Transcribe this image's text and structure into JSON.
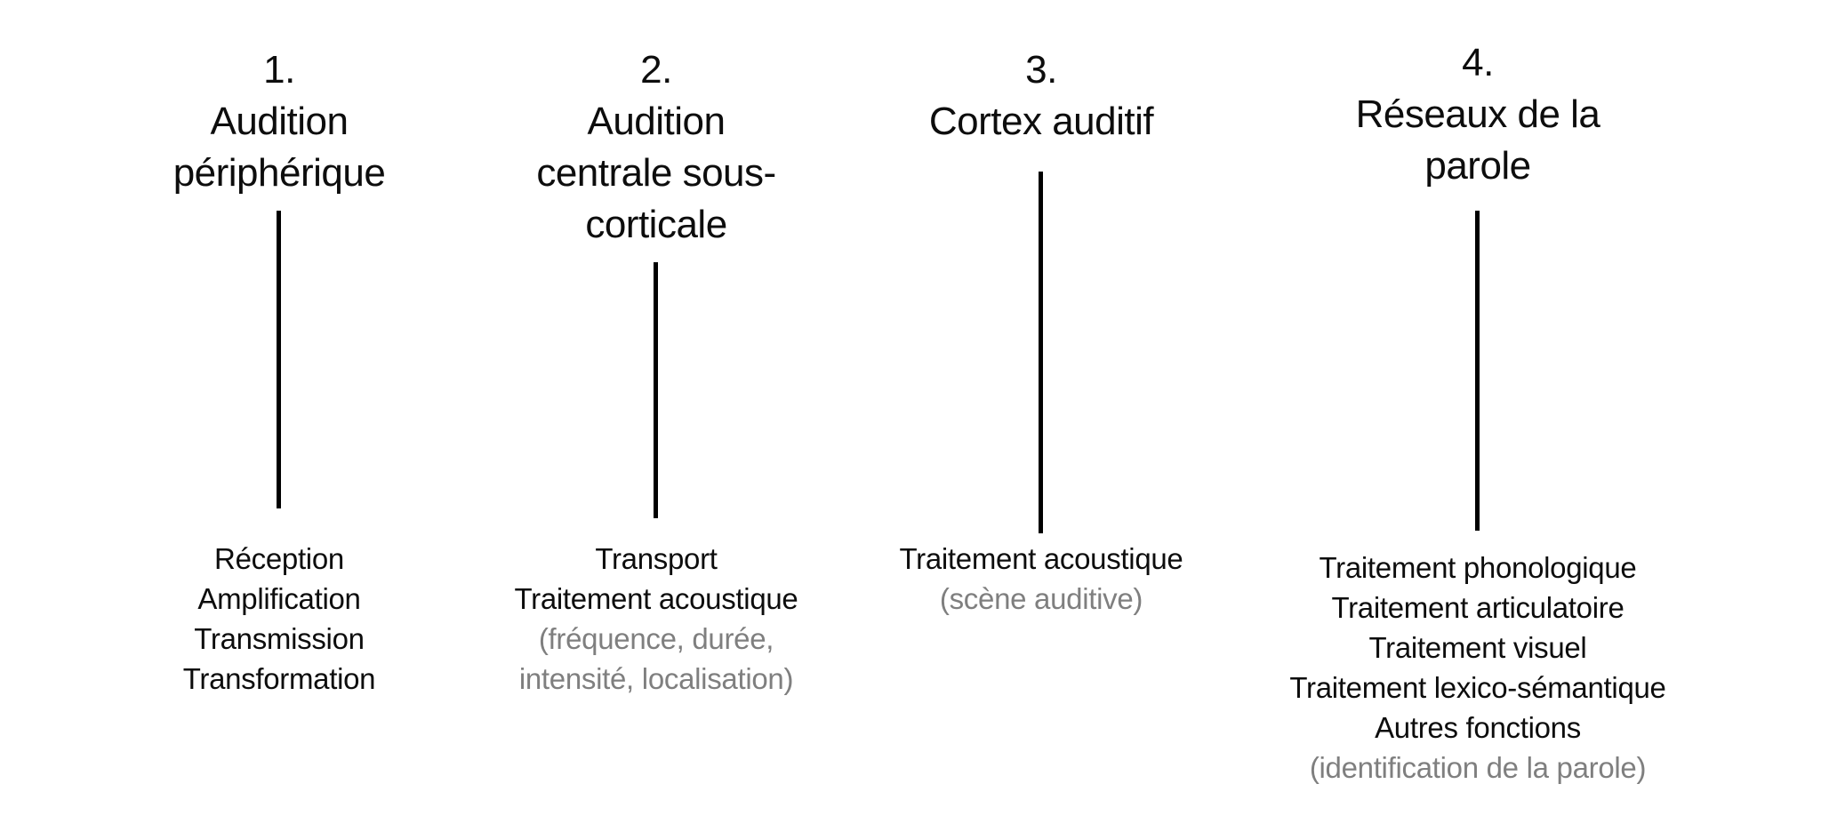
{
  "colors": {
    "text": "#0d0d0d",
    "muted": "#7f7f7f",
    "line": "#000000",
    "background": "#ffffff"
  },
  "columns": [
    {
      "title": "1. Audition périphérique",
      "title_lines": [
        "1.",
        "Audition",
        "périphérique"
      ],
      "items": [
        {
          "text": "Réception",
          "muted": false
        },
        {
          "text": "Amplification",
          "muted": false
        },
        {
          "text": "Transmission",
          "muted": false
        },
        {
          "text": "Transformation",
          "muted": false
        }
      ]
    },
    {
      "title": "2. Audition centrale sous-corticale",
      "title_lines": [
        "2.",
        "Audition",
        "centrale sous-",
        "corticale"
      ],
      "items": [
        {
          "text": "Transport",
          "muted": false
        },
        {
          "text": "Traitement acoustique",
          "muted": false
        },
        {
          "text": "(fréquence, durée,",
          "muted": true
        },
        {
          "text": "intensité, localisation)",
          "muted": true
        }
      ]
    },
    {
      "title": "3. Cortex auditif",
      "title_lines": [
        "3.",
        "Cortex auditif"
      ],
      "items": [
        {
          "text": "Traitement acoustique",
          "muted": false
        },
        {
          "text": "(scène auditive)",
          "muted": true
        }
      ]
    },
    {
      "title": "4. Réseaux de la parole",
      "title_lines": [
        "4.",
        "Réseaux de la",
        "parole"
      ],
      "items": [
        {
          "text": "Traitement phonologique",
          "muted": false
        },
        {
          "text": "Traitement articulatoire",
          "muted": false
        },
        {
          "text": "Traitement visuel",
          "muted": false
        },
        {
          "text": "Traitement lexico-sémantique",
          "muted": false
        },
        {
          "text": "Autres fonctions",
          "muted": false
        },
        {
          "text": "(identification de la parole)",
          "muted": true
        }
      ]
    }
  ]
}
